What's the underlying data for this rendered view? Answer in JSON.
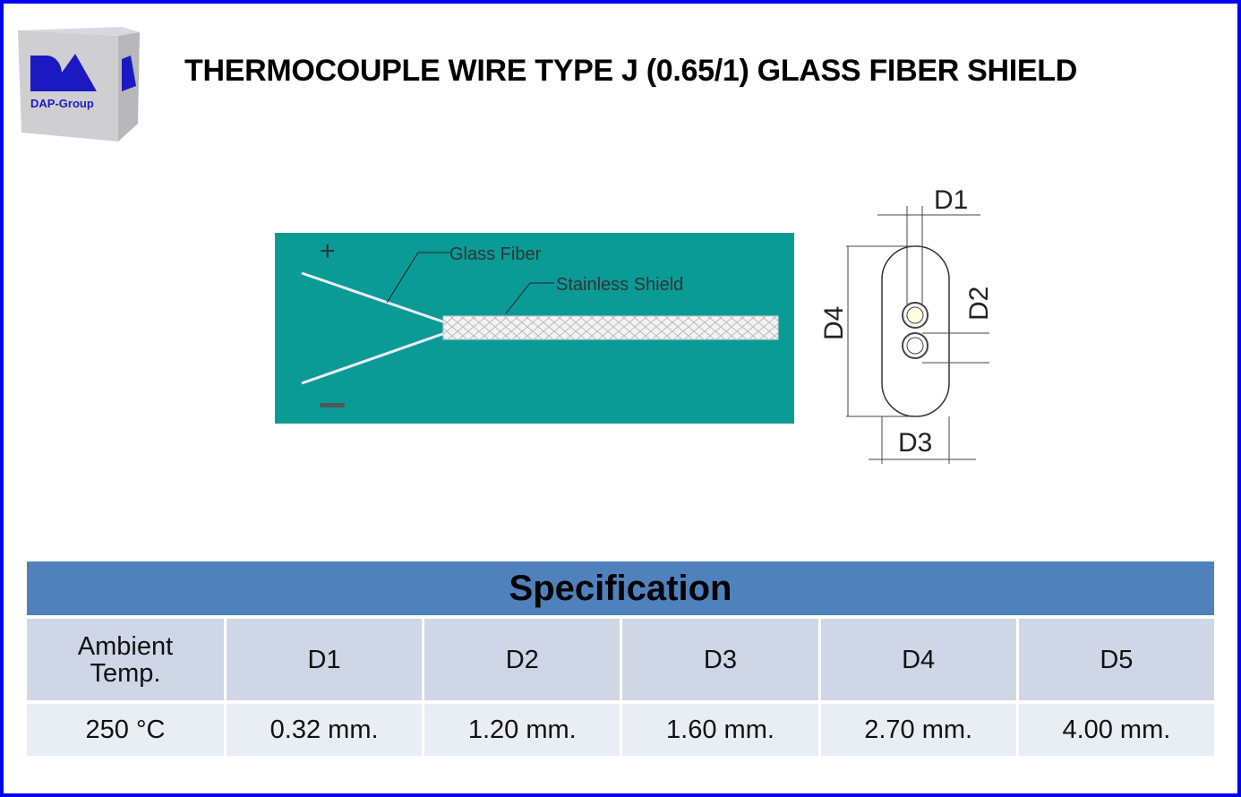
{
  "logo": {
    "text": "DAP-Group"
  },
  "title": "THERMOCOUPLE WIRE TYPE J (0.65/1) GLASS FIBER SHIELD",
  "diagram": {
    "label_glass": "Glass Fiber",
    "label_shield": "Stainless Shield",
    "plus": "+",
    "minus": "−",
    "dims": [
      "D1",
      "D2",
      "D3",
      "D4"
    ]
  },
  "colors": {
    "border": "#0000f0",
    "panel": "#0b9b97",
    "header": "#4f81bd",
    "row1": "#cfd7e7",
    "row2": "#e9edf4"
  },
  "table": {
    "title": "Specification",
    "headers": [
      "Ambient Temp.",
      "D1",
      "D2",
      "D3",
      "D4",
      "D5"
    ],
    "values": [
      "250 °C",
      "0.32 mm.",
      "1.20 mm.",
      "1.60 mm.",
      "2.70 mm.",
      "4.00 mm."
    ]
  }
}
